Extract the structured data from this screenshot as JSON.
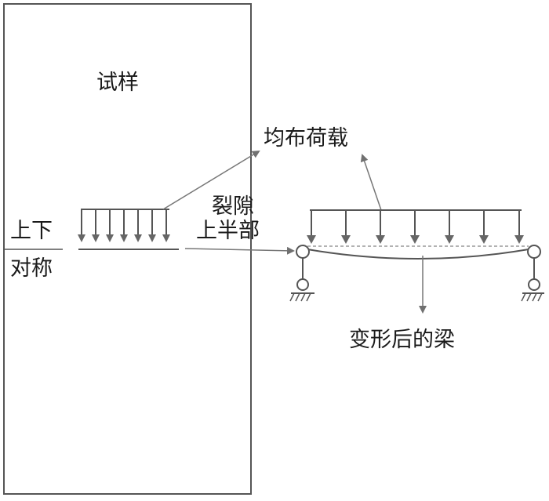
{
  "labels": {
    "specimen": "试样",
    "uniform_load": "均布荷载",
    "crack_line1": "裂隙",
    "crack_line2": "上半部",
    "symmetry_line1": "上下",
    "symmetry_line2": "对称",
    "deformed_beam": "变形后的梁"
  },
  "colors": {
    "line": "#555555",
    "arrow": "#666666",
    "text": "#1a1a1a"
  }
}
